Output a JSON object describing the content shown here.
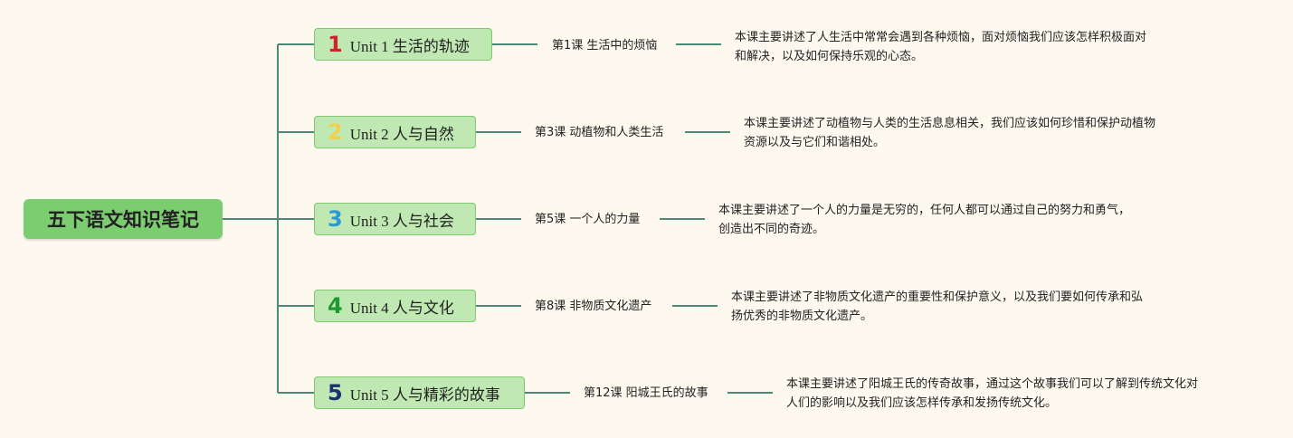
{
  "title": "五下语文知识笔记",
  "colors": {
    "background": "#fdf9ef",
    "root_fill": "#7ccc70",
    "unit_fill": "#bfe8b3",
    "unit_border": "#7cc96f",
    "connector": "#4e8a78"
  },
  "units": [
    {
      "number": "1",
      "number_color": "#d1252b",
      "label": "Unit 1 生活的轨迹",
      "lesson": "第1课 生活中的烦恼",
      "summary_line1": "本课主要讲述了人生活中常常会遇到各种烦恼，面对烦恼我们应该怎样积极面对",
      "summary_line2": "和解决，以及如何保持乐观的心态。"
    },
    {
      "number": "2",
      "number_color": "#f1d14c",
      "label": "Unit 2 人与自然",
      "lesson": "第3课 动植物和人类生活",
      "summary_line1": "本课主要讲述了动植物与人类的生活息息相关，我们应该如何珍惜和保护动植物",
      "summary_line2": "资源以及与它们和谐相处。"
    },
    {
      "number": "3",
      "number_color": "#2a9ad6",
      "label": "Unit 3 人与社会",
      "lesson": "第5课 一个人的力量",
      "summary_line1": "本课主要讲述了一个人的力量是无穷的，任何人都可以通过自己的努力和勇气，",
      "summary_line2": "创造出不同的奇迹。"
    },
    {
      "number": "4",
      "number_color": "#1f9a2f",
      "label": "Unit 4 人与文化",
      "lesson": "第8课 非物质文化遗产",
      "summary_line1": "本课主要讲述了非物质文化遗产的重要性和保护意义，以及我们要如何传承和弘",
      "summary_line2": "扬优秀的非物质文化遗产。"
    },
    {
      "number": "5",
      "number_color": "#1d2f6e",
      "label": "Unit 5 人与精彩的故事",
      "lesson": "第12课 阳城王氏的故事",
      "summary_line1": "本课主要讲述了阳城王氏的传奇故事，通过这个故事我们可以了解到传统文化对",
      "summary_line2": "人们的影响以及我们应该怎样传承和发扬传统文化。"
    }
  ]
}
